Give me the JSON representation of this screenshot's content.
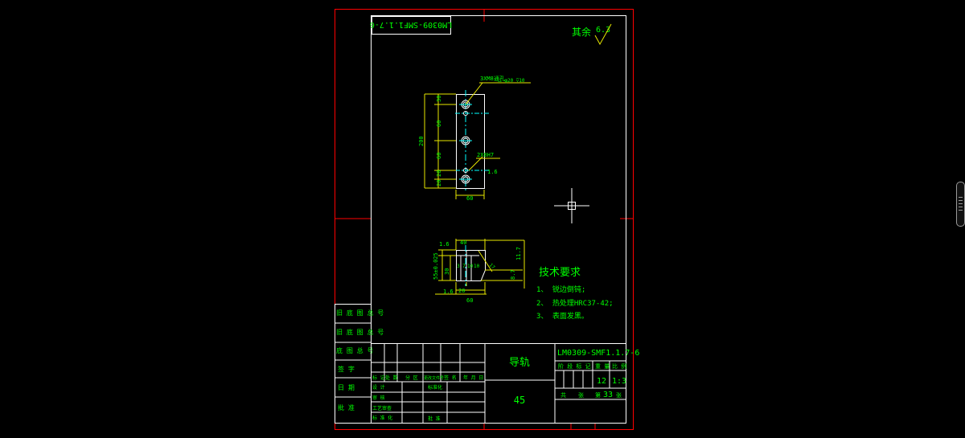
{
  "colors": {
    "background": "#000000",
    "frame": "#ff0000",
    "outline": "#ffffff",
    "dimension": "#e8e800",
    "text": "#00ff00",
    "center_line": "#00ffff"
  },
  "drawing": {
    "rotated_code": "LM0309-SMF1.1.7-6",
    "surface_note": {
      "label": "其余",
      "value": "6.3"
    },
    "hole_callout": "3XM8通孔",
    "counterbore_callout": "⌴ φ20 ⊽10",
    "pin_hole_callout": "2X8H7",
    "pin_hole_roughness": "1.6",
    "top_view": {
      "vertical_dims": [
        "30",
        "60",
        "60",
        "20",
        "20"
      ],
      "total_height": "200",
      "width": "60"
    },
    "side_view": {
      "width_dims": [
        "40",
        "60",
        "20"
      ],
      "left_dims": [
        "1.6",
        "55±0.025",
        "30",
        "1.6"
      ],
      "right_dims": [
        "11.7",
        "8.7"
      ],
      "inner_dims": [
        "3",
        "7",
        "10",
        "10"
      ],
      "small_dims": [
        "17",
        "60"
      ]
    },
    "tech_requirements": {
      "title": "技术要求",
      "items": [
        "1、 锐边倒钝;",
        "2、 热处理HRC37-42;",
        "3、 表面发黑。"
      ]
    }
  },
  "title_block": {
    "part_name": "导轨",
    "material": "45",
    "drawing_number": "LM0309-SMF1.1.7-6",
    "stage_header": [
      "阶 段 标 记",
      "重 量",
      "比 例"
    ],
    "quantity": "12",
    "scale": "1:3",
    "sheets": [
      "共",
      "张",
      "第",
      "33",
      "张"
    ],
    "revision_header": [
      "标 记",
      "处 数",
      "分 区",
      "更改文件号",
      "签 名",
      "年 月 日"
    ],
    "approval": [
      "设 计",
      "标准化",
      "审 核",
      "工艺审查",
      "批 准",
      "标 准 化"
    ]
  },
  "side_column": [
    "旧 底 图 总 号",
    "旧 底 图 总 号",
    "底 图 总 号",
    "签 字",
    "日 期",
    "批 准"
  ]
}
